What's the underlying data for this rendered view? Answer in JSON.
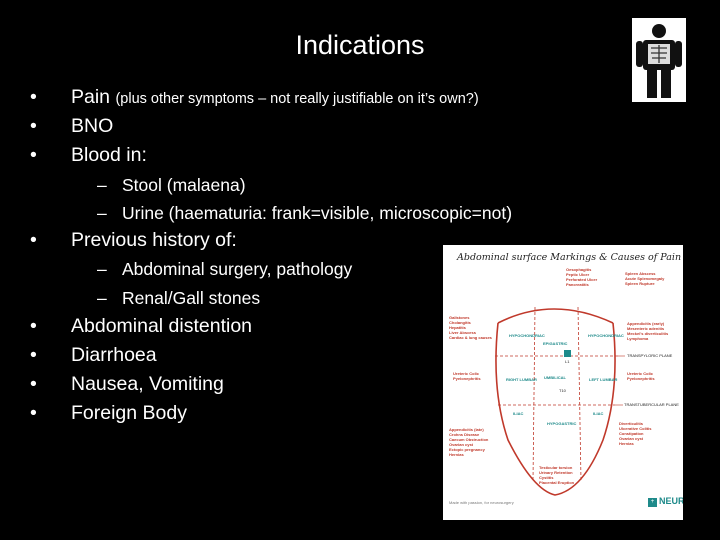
{
  "slide": {
    "title": "Indications",
    "bullet_char": "•",
    "dash_char": "–",
    "bullets": [
      {
        "main": "Pain",
        "note": "(plus other symptoms – not really justifiable on it’s own?)"
      },
      {
        "main": "BNO"
      },
      {
        "main": "Blood in:",
        "subs": [
          "Stool (malaena)",
          "Urine (haematuria: frank=visible, microscopic=not)"
        ]
      },
      {
        "main": "Previous history of:",
        "subs": [
          "Abdominal surgery, pathology",
          "Renal/Gall stones"
        ]
      },
      {
        "main": "Abdominal distention"
      },
      {
        "main": "Diarrhoea"
      },
      {
        "main": "Nausea, Vomiting"
      },
      {
        "main": "Foreign Body"
      }
    ]
  },
  "logo": {
    "icon": "xray-person-icon"
  },
  "diagram": {
    "title": "Abdominal surface Markings & Causes of Pain",
    "colors": {
      "causes": "#c0392b",
      "regions": "#1e8a8a",
      "background": "#ffffff"
    },
    "top_causes": [
      "Oesophagitis",
      "Peptic Ulcer",
      "Perforated Ulcer",
      "Pancreatitis"
    ],
    "spleen_causes": [
      "Spleen Abscess",
      "Acute Splenomegaly",
      "Spleen Rupture"
    ],
    "left_upper_causes": [
      "Gallstones",
      "Cholangitis",
      "Hepatitis",
      "Liver Abscess",
      "Cardiac & lung causes"
    ],
    "right_upper_causes": [
      "Appendicitis (early)",
      "Mesenteric adenitis",
      "Meckel's diverticulitis",
      "Lymphoma"
    ],
    "left_mid_causes": [
      "Ureteric Colic",
      "Pyelonephritis"
    ],
    "right_mid_causes": [
      "Ureteric Colic",
      "Pyelonephritis"
    ],
    "left_lower_causes": [
      "Appendicitis (late)",
      "Crohns Disease",
      "Caecum Obstruction",
      "Ovarian cyst",
      "Ectopic pregnancy",
      "Hernias"
    ],
    "right_lower_causes": [
      "Diverticulitis",
      "Ulcerative Colitis",
      "Constipation",
      "Ovarian cyst",
      "Hernias"
    ],
    "bottom_causes": [
      "Testicular torsion",
      "Urinary Retention",
      "Cystitis",
      "Placental Eruption"
    ],
    "regions": [
      "HYPOCHONDRIAC",
      "EPIGASTRIC",
      "HYPOCHONDRIAC",
      "RIGHT LUMBAR",
      "UMBILICAL",
      "LEFT LUMBAR",
      "ILIAC",
      "HYPOGASTRIC",
      "ILIAC"
    ],
    "planes": [
      "TRANSPYLORIC PLANE",
      "TRANSTUBERCULAR PLANE"
    ],
    "spine_levels": [
      "L1",
      "T10"
    ],
    "brand": "NEUR.OS",
    "footer": "Made with passion, for neurosurgery"
  }
}
